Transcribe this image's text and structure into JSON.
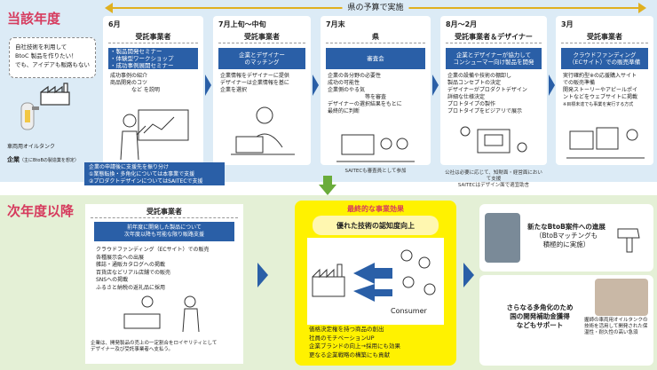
{
  "section_current": "当該年度",
  "section_next": "次年度以降",
  "budget_label": "県の予算で実施",
  "company": {
    "speech": [
      "自社技術を利用して",
      "BtoC 製品を作りたい！",
      "でも、アイデアも販路もない"
    ],
    "tank_label": "車両用オイルタンク",
    "label": "企業",
    "label_note": "（主にBtoBの製造業を想定）"
  },
  "steps": [
    {
      "period": "6月",
      "actor": "受託事業者",
      "sub": "・製品開発セミナー\n・体験型ワークショップ\n・成功事例展開セミナー",
      "items": [
        "成功事例の紹介",
        "商品開発のコツ",
        "　　　　など を説明"
      ],
      "note": ""
    },
    {
      "period": "7月上旬～中旬",
      "actor": "受託事業者",
      "sub": "企業とデザイナー\nのマッチング",
      "items": [
        "企業情報をデザイナーに提供",
        "デザイナーは企業情報を基に",
        "企業を選択"
      ],
      "note": ""
    },
    {
      "period": "7月末",
      "actor": "県",
      "sub": "審査会",
      "items": [
        "企業の各分野の必要性",
        "成功の可能性",
        "企業側のやる気",
        "　　　　　　　等を審査",
        "デザイナーの選択結果をもとに",
        "最終的に判断"
      ],
      "note": "SAITECも審査員として参加"
    },
    {
      "period": "8月～2月",
      "actor": "受託事業者＆デザイナー",
      "sub": "企業とデザイナーが協力して\nコンシューマー向け製品を開発",
      "items": [
        "企業の設備や技術の棚卸し",
        "製品コンセプトの決定",
        "デザイナーがプロダクトデザイン",
        "詳細な仕様決定",
        "プロトタイプの製作",
        "プロトタイプをビジアリで展示"
      ],
      "note": "公社は必要に応じて、知財面・経営面において支援\nSAITECはデザイン面で適宜助言"
    },
    {
      "period": "3月",
      "actor": "受託事業者",
      "sub": "クラウドファンディング\n（ECサイト）での販売準備",
      "items": [
        "実行確約型※の応援購入サイト",
        "での販売準備",
        "開発ストーリーやアピールポイ",
        "ントなどをウェブサイトに掲載",
        "※目標未達でも事業を実行する方式"
      ],
      "note": ""
    }
  ],
  "support_box": [
    "企業の申請後に支援先を振り分け",
    "①業態転換・多角化については本事業で支援",
    "②プロダクトデザインについてはSAITECで支援"
  ],
  "next_year": {
    "actor": "受託事業者",
    "sub": "前年度に開発した製品について\n次年度以降も可能な限り販路支援",
    "items": [
      "クラウドファンディング（ECサイト）での販売",
      "各種展示会への出展",
      "雑誌・通販カタログへの掲載",
      "百貨店などリアル店舗での販売",
      "SNSへの掲載",
      "ふるさと納税の返礼品に採用"
    ],
    "note": "企業は、開発製品の売上の一定割合をロイヤリティとして\nデザイナー及び受託事業者へ支払う。"
  },
  "effect": {
    "title": "最終的な事業効果",
    "highlight": "優れた技術の認知度向上",
    "consumer_label": "Consumer",
    "items": [
      "価格決定権を持つ商品の創出",
      "社員のモチベーションUP",
      "企業ブランドの向上→採用にも効果",
      "更なる企業戦略の構築にも貢献"
    ]
  },
  "results": {
    "top_bold": "新たなBtoB案件への進展",
    "top_rest": "（BtoBマッチングも\n積極的に実施）",
    "bottom": "さらなる多角化のため\n国の開発補助金獲得\nなどもサポート",
    "bottom_caption": "握師の車両用オイルタンクの技術を活用して開発された保温性・耐久性の高い急須"
  },
  "colors": {
    "accent": "#d63b5e",
    "navy": "#2a5fa7",
    "gold": "#e0b020",
    "yellow": "#fff200"
  }
}
